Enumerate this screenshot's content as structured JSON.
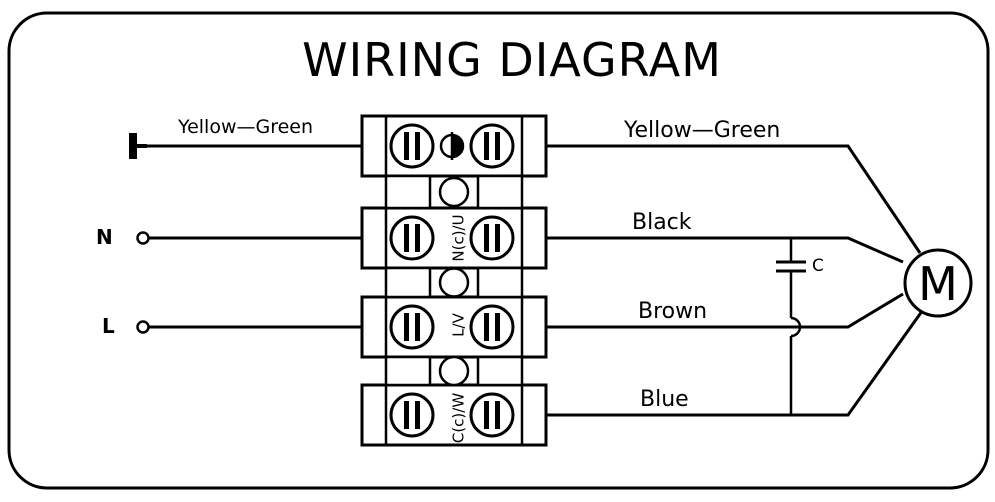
{
  "title": "WIRING DIAGRAM",
  "left_labels": {
    "ground_wire": "Yellow—Green",
    "neutral": "N",
    "live": "L"
  },
  "right_labels": {
    "ground_wire": "Yellow—Green",
    "black": "Black",
    "brown": "Brown",
    "blue": "Blue"
  },
  "terminal_labels": {
    "row2": "N(c)/U",
    "row3": "L/V",
    "row4": "C(c)/W"
  },
  "capacitor_label": "C",
  "motor_label": "M",
  "icons": [
    "ground-icon",
    "ground-symbol-icon",
    "terminal-screw-icon",
    "capacitor-icon",
    "motor-icon"
  ]
}
